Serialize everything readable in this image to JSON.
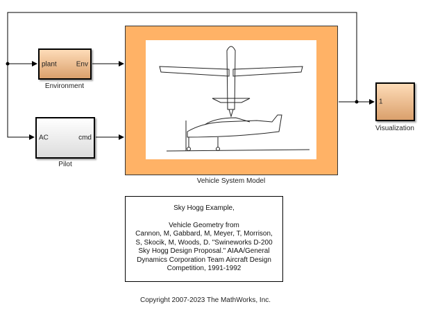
{
  "blocks": {
    "environment": {
      "name": "Environment",
      "in_port": "plant",
      "out_port": "Env"
    },
    "pilot": {
      "name": "Pilot",
      "in_port": "AC",
      "out_port": "cmd"
    },
    "vehicle": {
      "name": "Vehicle System Model"
    },
    "visualization": {
      "name": "Visualization",
      "in_port": "1"
    }
  },
  "note": {
    "title": "Sky Hogg Example,",
    "lines": [
      "Vehicle Geometry from",
      "Cannon, M, Gabbard, M, Meyer, T, Morrison,",
      "S, Skocik, M, Woods, D. \"Swineworks D-200",
      "Sky Hogg Design Proposal.\" AIAA/General",
      "Dynamics Corporation Team Aircraft Design",
      "Competition, 1991-1992"
    ]
  },
  "copyright": "Copyright 2007-2023 The MathWorks, Inc.",
  "colors": {
    "vehicle": "#ffb266",
    "block_orange": "#e8b484"
  }
}
